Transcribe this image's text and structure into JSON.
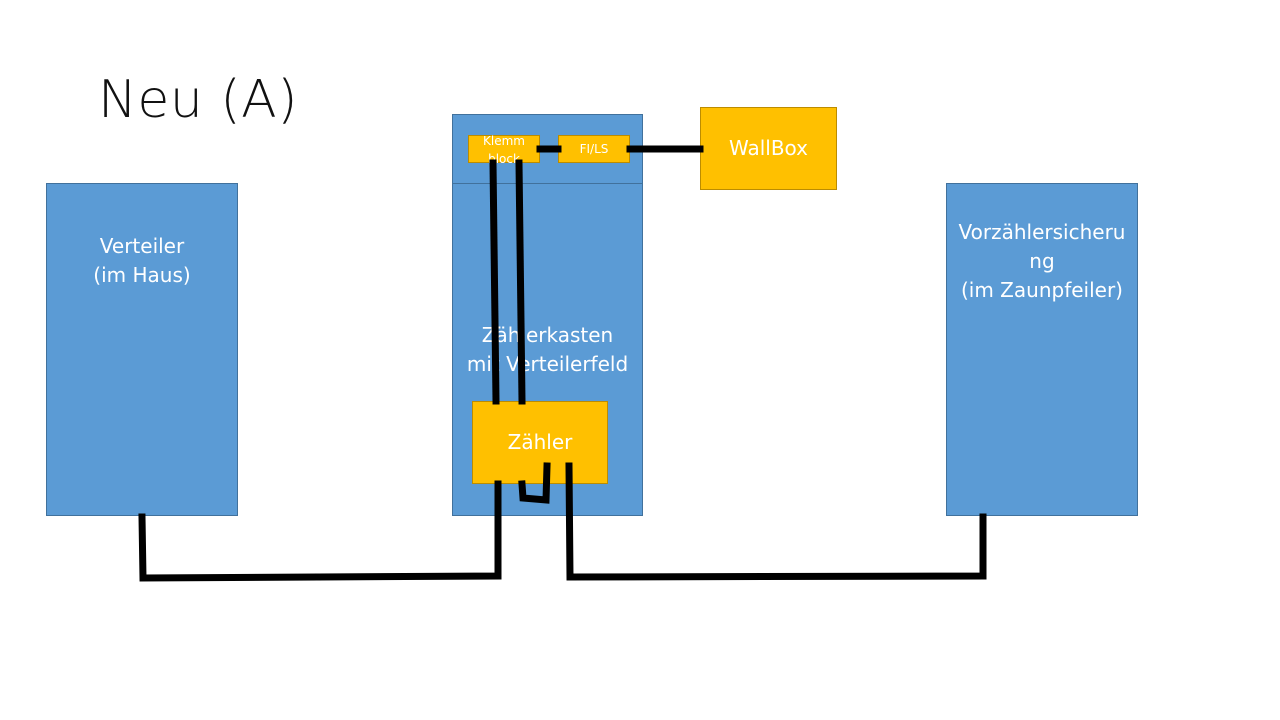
{
  "slide": {
    "title": "Neu (A)"
  },
  "boxes": {
    "verteiler": {
      "label": "Verteiler\n(im Haus)"
    },
    "zaehlerkasten": {
      "label": "Zählerkasten\nmit Verteilerfeld"
    },
    "vorzaehler": {
      "label": "Vorzählersicheru\nng\n(im Zaunpfeiler)"
    },
    "wallbox": {
      "label": "WallBox"
    },
    "zaehler": {
      "label": "Zähler"
    },
    "klemmblock": {
      "label": "Klemm\nblock"
    },
    "fils": {
      "label": "FI/LS"
    }
  },
  "colors": {
    "blue_box": "#5b9bd5",
    "yellow_box": "#ffc000",
    "wire": "#000000"
  }
}
